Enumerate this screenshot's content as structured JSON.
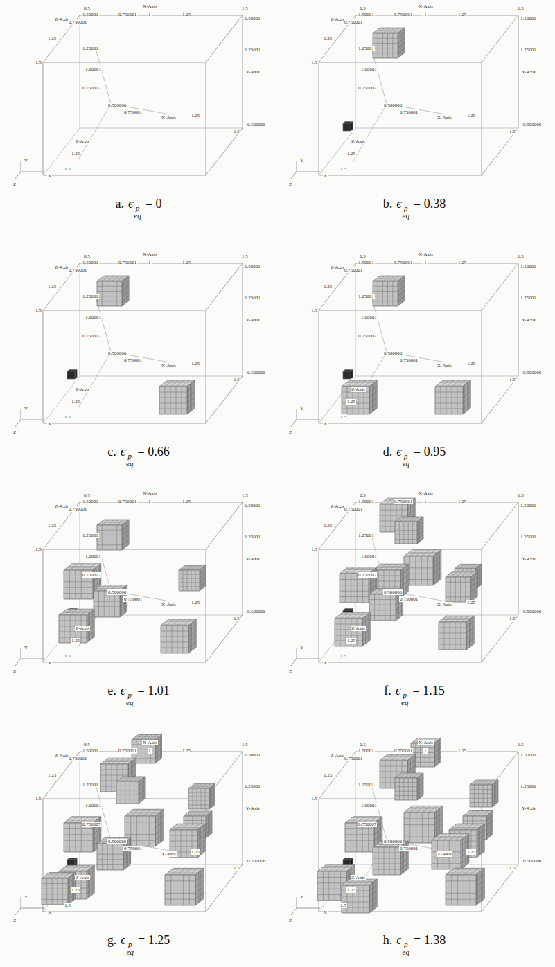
{
  "diagram": {
    "labels": [
      "0.5",
      "X-Axis",
      "1.50001",
      "0.750001",
      "1",
      "1.25",
      "1.5",
      "1.50001",
      "Z-Axis",
      "0.750001",
      "1.25",
      "1.5",
      "1.25001",
      "1.25001",
      "1.00001",
      "Y-Axis",
      "0.750007",
      "0.500006",
      "0.750001",
      "X-Axis",
      "1.25",
      "1.5",
      "0.500006",
      "Z-Axis",
      "1.25",
      "1.5",
      "Y",
      "X",
      "Z",
      "a.",
      "ϵ",
      "p",
      "eq",
      "= 0",
      "0.5",
      "X-Axis",
      "1.50001",
      "0.750001",
      "1",
      "1.25",
      "1.5",
      "1.50001",
      "Z-Axis",
      "0.750001",
      "1.25",
      "1.5",
      "1.25001",
      "1.25001",
      "1.00001",
      "Y-Axis",
      "0.750007",
      "0.500006",
      "0.750001",
      "X-Axis",
      "1.25",
      "1.5",
      "0.500006",
      "Z-Axis",
      "1.25",
      "1.5",
      "Y",
      "X",
      "Z",
      "b.",
      "ϵ",
      "p",
      "eq",
      "= 0.38",
      "0.5",
      "X-Axis",
      "1.50001",
      "0.750001",
      "1",
      "1.25",
      "1.5",
      "1.50001",
      "Z-Axis",
      "0.750001",
      "1.25",
      "1.5",
      "1.25001",
      "1.25001",
      "1.00001",
      "Y-Axis",
      "0.750007",
      "0.500006",
      "0.750001",
      "X-Axis",
      "1.25",
      "1.5",
      "0.500006",
      "Z-Axis",
      "1.25",
      "1.5",
      "Y",
      "X",
      "Z",
      "c.",
      "ϵ",
      "p",
      "eq",
      "= 0.66",
      "0.5",
      "X-Axis",
      "1.50001",
      "0.750001",
      "1",
      "1.25",
      "1.5",
      "1.50001",
      "Z-Axis",
      "0.750001",
      "1.25",
      "1.5",
      "1.25001",
      "1.25001",
      "1.00001",
      "Y-Axis",
      "0.750007",
      "0.500006",
      "0.750001",
      "X-Axis",
      "1.25",
      "1.5",
      "0.500006",
      "Z-Axis",
      "1.25",
      "1.5",
      "Y",
      "X",
      "Z",
      "d.",
      "ϵ",
      "p",
      "eq",
      "= 0.95",
      "0.5",
      "X-Axis",
      "1.50001",
      "0.750001",
      "1",
      "1.25",
      "1.5",
      "1.50001",
      "Z-Axis",
      "0.750001",
      "1.25",
      "1.5",
      "1.25001",
      "1.25001",
      "1.00001",
      "Y-Axis",
      "0.750007",
      "0.500006",
      "0.750001",
      "X-Axis",
      "1.25",
      "1.5",
      "0.500006",
      "Z-Axis",
      "1.25",
      "1.5",
      "Y",
      "X",
      "Z",
      "e.",
      "ϵ",
      "p",
      "eq",
      "= 1.01",
      "0.5",
      "X-Axis",
      "1.50001",
      "0.750001",
      "1",
      "1.25",
      "1.5",
      "1.50001",
      "Z-Axis",
      "0.750001",
      "1.25",
      "1.5",
      "1.25001",
      "1.25001",
      "1.00001",
      "Y-Axis",
      "0.750007",
      "0.500006",
      "0.750001",
      "X-Axis",
      "1.25",
      "1.5",
      "0.500006",
      "Z-Axis",
      "1.25",
      "1.5",
      "Y",
      "X",
      "Z",
      "f.",
      "ϵ",
      "p",
      "eq",
      "= 1.15",
      "0.5",
      "X-Axis",
      "1.50001",
      "0.750001",
      "1",
      "1.25",
      "1.5",
      "1.50001",
      "Z-Axis",
      "0.750001",
      "1.25",
      "1.5",
      "1.25001",
      "1.25001",
      "1.00001",
      "Y-Axis",
      "0.750007",
      "0.500006",
      "0.750001",
      "X-Axis",
      "1.25",
      "1.5",
      "0.500006",
      "Z-Axis",
      "1.25",
      "1.5",
      "Y",
      "X",
      "Z",
      "g.",
      "ϵ",
      "p",
      "eq",
      "= 1.25",
      "0.5",
      "X-Axis",
      "1.50001",
      "0.750001",
      "1",
      "1.25",
      "1.5",
      "1.50001",
      "Z-Axis",
      "0.750001",
      "1.25",
      "1.5",
      "1.25001",
      "1.25001",
      "1.00001",
      "Y-Axis",
      "0.750007",
      "0.500006",
      "0.750001",
      "X-Axis",
      "1.25",
      "1.5",
      "0.500006",
      "Z-Axis",
      "1.25",
      "1.5",
      "Y",
      "X",
      "Z",
      "h.",
      "ϵ",
      "p",
      "eq",
      "= 1.38"
    ]
  }
}
